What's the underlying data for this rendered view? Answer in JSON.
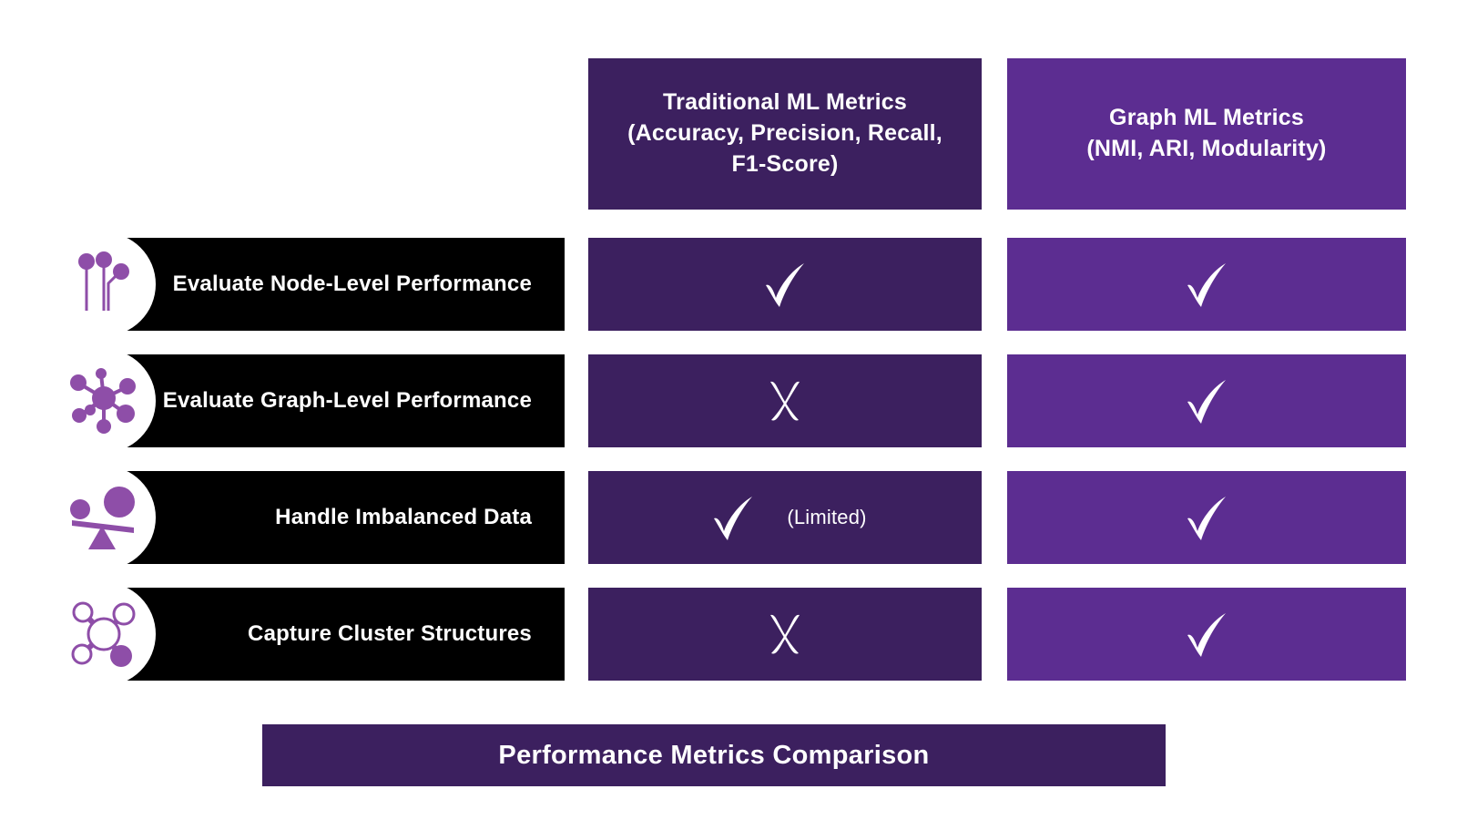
{
  "colors": {
    "background": "#ffffff",
    "column_traditional": "#3c205f",
    "column_graph": "#5c2d91",
    "label_bar": "#000000",
    "icon_accent": "#8e4ea8",
    "text_light": "#ffffff"
  },
  "headers": {
    "traditional": {
      "line1": "Traditional ML Metrics",
      "line2": "(Accuracy, Precision, Recall,",
      "line3": "F1-Score)"
    },
    "graph": {
      "line1": "Graph ML Metrics",
      "line2": "(NMI, ARI, Modularity)"
    }
  },
  "rows": [
    {
      "label": "Evaluate Node-Level Performance",
      "icon": "circuit-nodes-icon",
      "traditional": {
        "mark": "check",
        "note": ""
      },
      "graph": {
        "mark": "check",
        "note": ""
      }
    },
    {
      "label": "Evaluate Graph-Level Performance",
      "icon": "network-hub-icon",
      "traditional": {
        "mark": "cross",
        "note": ""
      },
      "graph": {
        "mark": "check",
        "note": ""
      }
    },
    {
      "label": "Handle Imbalanced Data",
      "icon": "balance-scale-icon",
      "traditional": {
        "mark": "check",
        "note": "(Limited)"
      },
      "graph": {
        "mark": "check",
        "note": ""
      }
    },
    {
      "label": "Capture Cluster Structures",
      "icon": "molecule-cluster-icon",
      "traditional": {
        "mark": "cross",
        "note": ""
      },
      "graph": {
        "mark": "check",
        "note": ""
      }
    }
  ],
  "footer": {
    "title": "Performance Metrics Comparison"
  }
}
